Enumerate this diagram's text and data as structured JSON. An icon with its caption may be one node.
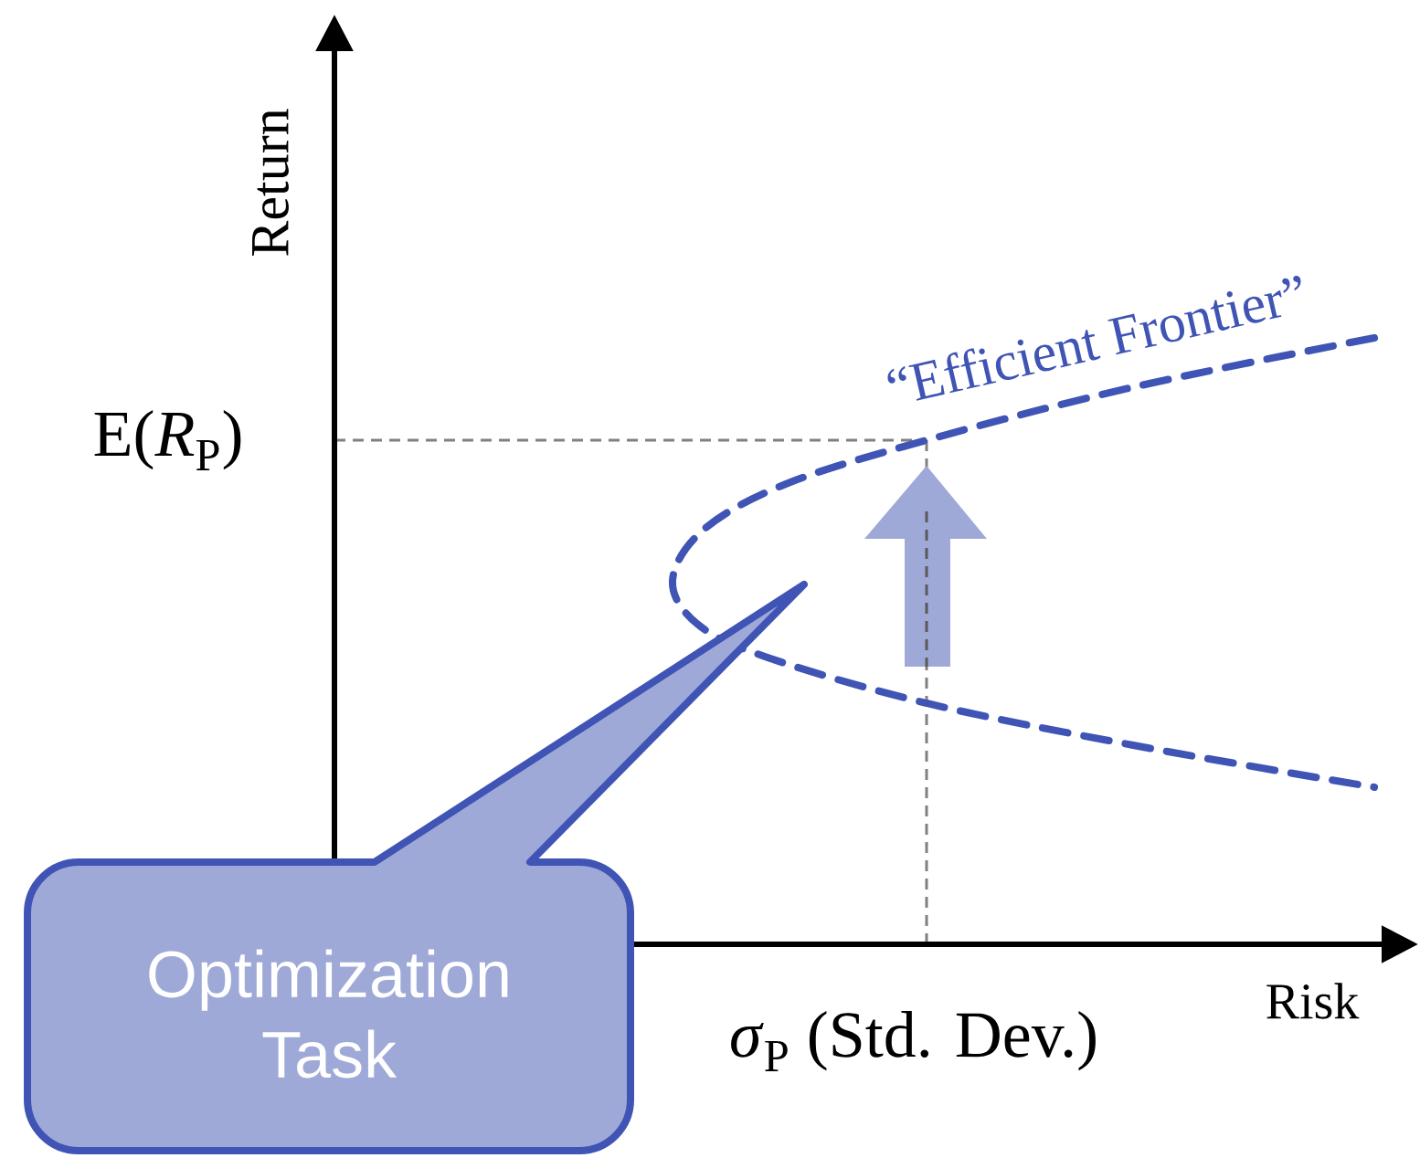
{
  "diagram": {
    "nodes": [
      {
        "text": [
          "Optimization Task"
        ]
      }
    ],
    "labels": [
      "Return",
      "E(*R*$_{P}$)",
      "“Efficient Frontier”",
      "Risk",
      "*σ*$_{P}$ (Std. Dev.)"
    ]
  }
}
